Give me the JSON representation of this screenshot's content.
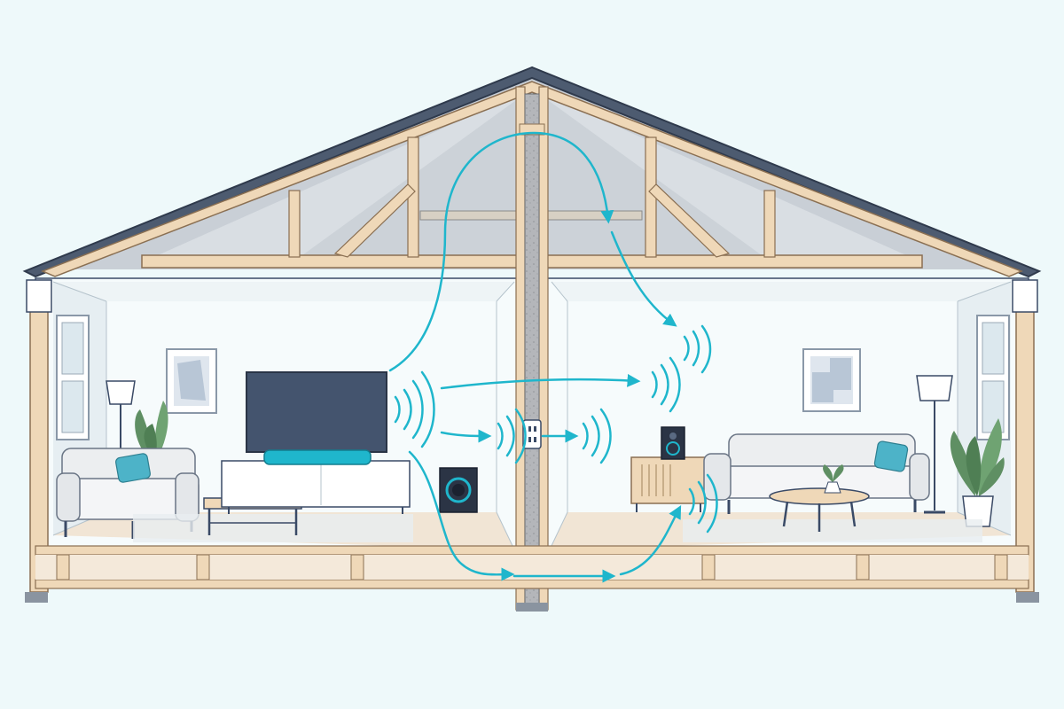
{
  "diagram": {
    "description_elements": {
      "rooms": [
        "left-room",
        "right-room"
      ],
      "sources": [
        "tv-soundbar",
        "subwoofer"
      ],
      "receivers": [
        "right-bookshelf-speaker",
        "right-room-listening-area"
      ],
      "paths": [
        "attic-path",
        "through-wall-path",
        "outlet-path",
        "floor-joist-path"
      ]
    },
    "colors": {
      "background": "#eef9fa",
      "signal": "#1fb6cc",
      "wood": "#efd8b8",
      "wood_stroke": "#8a6f52",
      "outline": "#3a4a66",
      "roof": "#4d5b70",
      "wall_fill": "#f6fbfc",
      "floor": "#f1e5d5",
      "stud": "#b9b9b9",
      "tv": "#44546e",
      "sofa": "#eceef0",
      "pillow": "#4db3c8",
      "plant": "#5f8f63"
    }
  }
}
